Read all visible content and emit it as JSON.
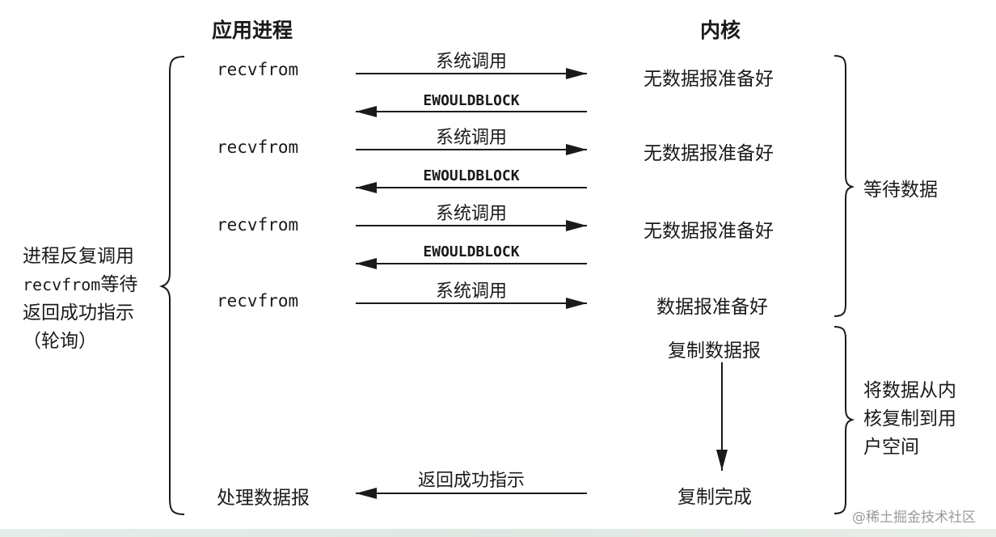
{
  "headers": {
    "app": "应用进程",
    "kernel": "内核"
  },
  "rounds": [
    {
      "call": "recvfrom",
      "syscall": "系统调用",
      "kernel_state": "无数据报准备好",
      "reply": "EWOULDBLOCK"
    },
    {
      "call": "recvfrom",
      "syscall": "系统调用",
      "kernel_state": "无数据报准备好",
      "reply": "EWOULDBLOCK"
    },
    {
      "call": "recvfrom",
      "syscall": "系统调用",
      "kernel_state": "无数据报准备好",
      "reply": "EWOULDBLOCK"
    },
    {
      "call": "recvfrom",
      "syscall": "系统调用",
      "kernel_state": "数据报准备好"
    }
  ],
  "copy": {
    "start": "复制数据报",
    "done": "复制完成"
  },
  "result": {
    "label": "返回成功指示",
    "process": "处理数据报"
  },
  "phases": {
    "wait": "等待数据",
    "copy_lines": [
      "将数据从内",
      "核复制到用",
      "户空间"
    ]
  },
  "left_note": {
    "line1": "进程反复调用",
    "line2_mono": "recvfrom",
    "line2_rest": "等待",
    "line3": "返回成功指示",
    "line4": "（轮询）"
  },
  "watermark": "@稀土掘金技术社区",
  "colors": {
    "ink": "#1a1a1a",
    "watermark": "#9a9a9a"
  }
}
